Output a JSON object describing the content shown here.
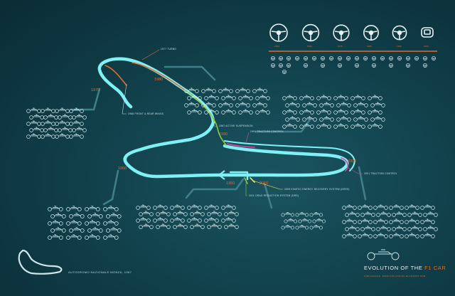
{
  "title": {
    "prefix": "EVOLUTION OF THE",
    "accent": "F1 CAR"
  },
  "credit": "F1BLOGGOLD. WWW.F1PLANNING.BLOGSPOT.COM",
  "footer": {
    "track_name": "AUTODROMO NAZIONALE MONZA, 1967"
  },
  "decade_years": [
    "1950",
    "1960",
    "1970",
    "1980",
    "1990",
    "2000",
    "2010"
  ],
  "steering_wheel_years": [
    "1950",
    "1960",
    "1970",
    "1980",
    "1990",
    "2000"
  ],
  "annotations": {
    "turbo": "1977 TURBO",
    "wings": "1968 FRONT & REAR WINGS",
    "active": "1987 ACTIVE SUSPENSION",
    "traction91": "1991 TRACTION CONTROL",
    "traction01": "2001 TRACTION CONTROL",
    "kers": "2009 KINETIC ENERGY RECOVERY SYSTEM (KERS)",
    "drs": "2011 DRAG REDUCTION SYSTEM (DRS)"
  },
  "colors": {
    "track": "#7ff0f4",
    "accent": "#e46b2b",
    "green": "#8cc63f",
    "magenta": "#d44aa0",
    "yellow": "#f2e44a",
    "branch": "#3f7f8a"
  }
}
